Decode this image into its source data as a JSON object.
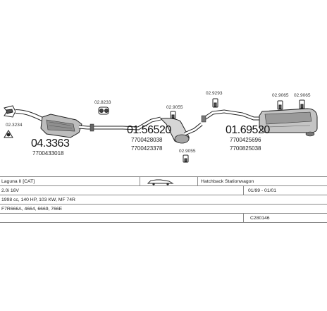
{
  "parts": {
    "clamp_left": "02.3234",
    "clamp_a": "02.8233",
    "clamp_b": "02.9055",
    "clamp_c": "02.9055",
    "clamp_d": "02.9293",
    "clamp_e": "02.9065",
    "clamp_f": "02.9065",
    "catalyst_num": "04.3363",
    "catalyst_oe": "7700433018",
    "middle_num": "01.56520",
    "middle_oe1": "7700428038",
    "middle_oe2": "7700423378",
    "rear_num": "01.69520",
    "rear_oe1": "7700425696",
    "rear_oe2": "7700825038"
  },
  "vehicle": {
    "model": "Laguna II [CAT]",
    "body": "Hatchback Stationwagon",
    "engine": "2.0i 16V",
    "years": "01/99 - 01/01",
    "spec": "1998 cc, 140 HP, 103 KW, MF 74R",
    "engine_codes": "F7R666A, 4664, 6669, 766E",
    "ref": "C280146"
  }
}
